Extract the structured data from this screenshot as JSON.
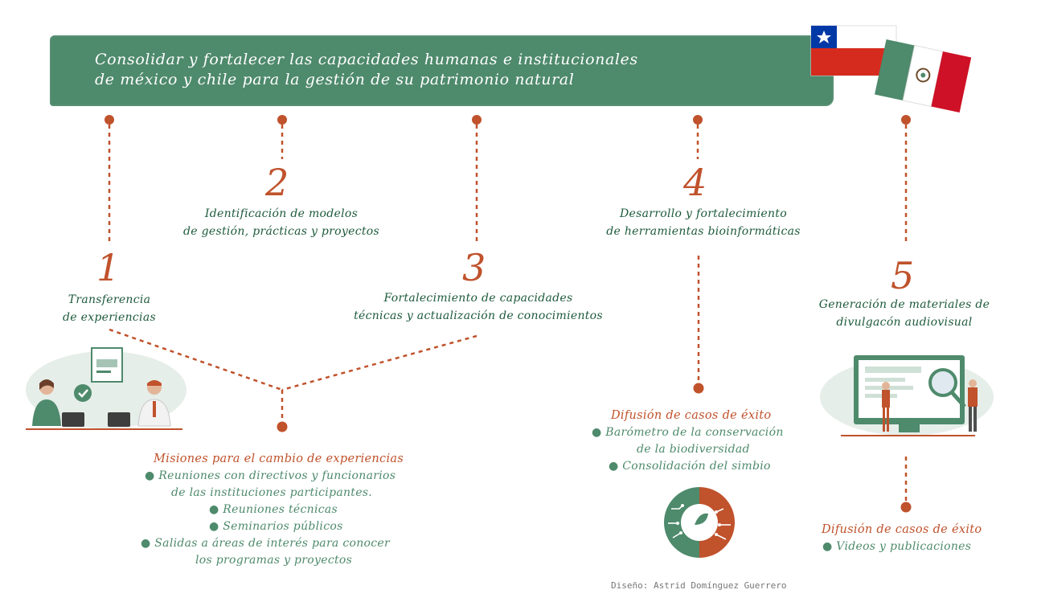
{
  "banner": {
    "line1": "Consolidar y fortalecer las capacidades humanas e institucionales",
    "line2": "de méxico y chile para la gestión de su patrimonio natural"
  },
  "steps": [
    {
      "number": "1",
      "line1": "Transferencia",
      "line2": "de experiencias"
    },
    {
      "number": "2",
      "line1": "Identificación de modelos",
      "line2": "de gestión, prácticas y proyectos"
    },
    {
      "number": "3",
      "line1": "Fortalecimiento de capacidades",
      "line2": "técnicas y actualización de conocimientos"
    },
    {
      "number": "4",
      "line1": "Desarrollo y fortalecimiento",
      "line2": "de herramientas bioinformáticas"
    },
    {
      "number": "5",
      "line1": "Generación de materiales de",
      "line2": "divulgacón audiovisual"
    }
  ],
  "missions": {
    "title": "Misiones para el cambio de experiencias",
    "bullet1_line1": "Reuniones con directivos y funcionarios",
    "bullet1_line2": "de las instituciones participantes.",
    "bullet2": "Reuniones técnicas",
    "bullet3": "Seminarios públicos",
    "bullet4_line1": "Salidas a áreas de interés para conocer",
    "bullet4_line2": "los programas y proyectos"
  },
  "diffusion_center": {
    "title": "Difusión de casos de éxito",
    "bullet1_line1": "Barómetro de la conservación",
    "bullet1_line2": "de la biodiversidad",
    "bullet2": "Consolidación del simbio"
  },
  "diffusion_right": {
    "title": "Difusión de casos de éxito",
    "bullet1": "Videos y publicaciones"
  },
  "credit": "Diseño: Astrid Domínguez Guerrero",
  "colors": {
    "green": "#4e8a6c",
    "dark_green": "#1e5a3c",
    "orange": "#c0522c",
    "chile_red": "#d52b1e",
    "chile_blue": "#0039a6",
    "mexico_green": "#006847",
    "mexico_red": "#ce1126"
  },
  "icons": [
    "chile-flag-icon",
    "mexico-flag-icon",
    "meeting-illustration-icon",
    "simbio-logo-icon",
    "monitor-presentation-illustration-icon"
  ]
}
